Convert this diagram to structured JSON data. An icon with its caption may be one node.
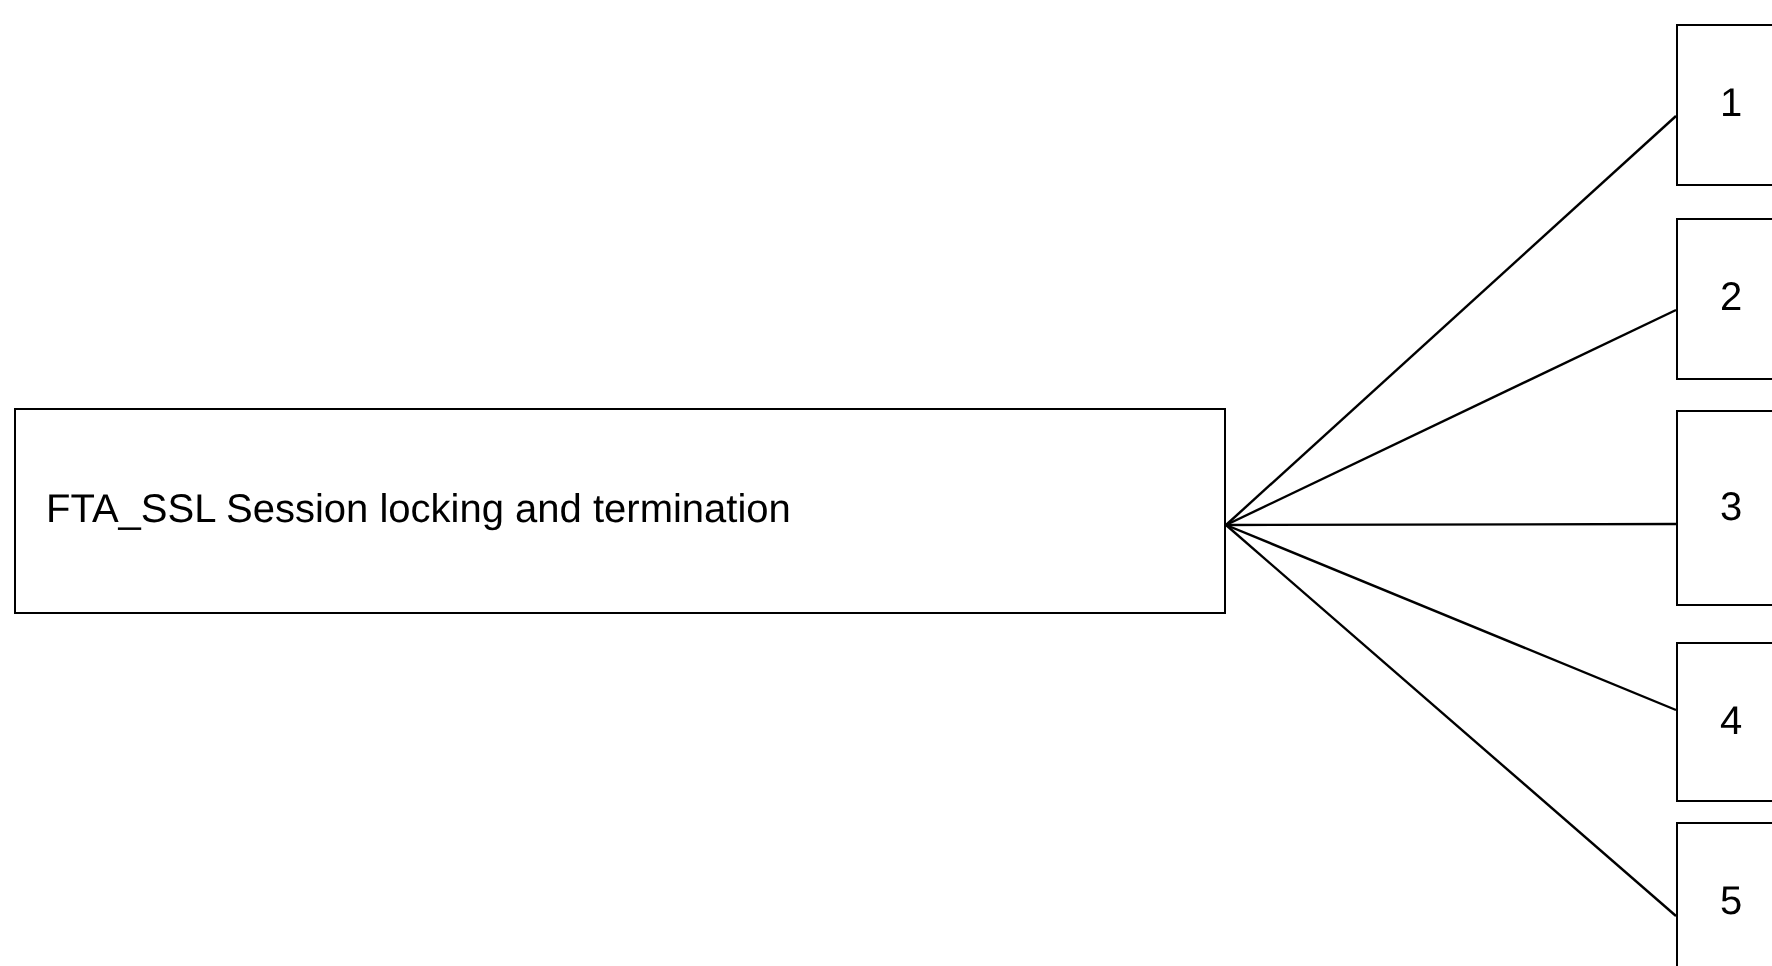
{
  "diagram": {
    "nodes": [
      {
        "text": [
          "FTA_SSL Session locking and termination"
        ]
      },
      {
        "text": [
          "1"
        ]
      },
      {
        "text": [
          "2"
        ]
      },
      {
        "text": [
          "3"
        ]
      },
      {
        "text": [
          "4"
        ]
      },
      {
        "text": [
          "5"
        ]
      }
    ],
    "edges": [
      {
        "from": 0,
        "to": 1,
        "arrow": "none"
      },
      {
        "from": 0,
        "to": 2,
        "arrow": "none"
      },
      {
        "from": 0,
        "to": 3,
        "arrow": "none"
      },
      {
        "from": 0,
        "to": 4,
        "arrow": "none"
      },
      {
        "from": 0,
        "to": 5,
        "arrow": "none"
      }
    ]
  }
}
